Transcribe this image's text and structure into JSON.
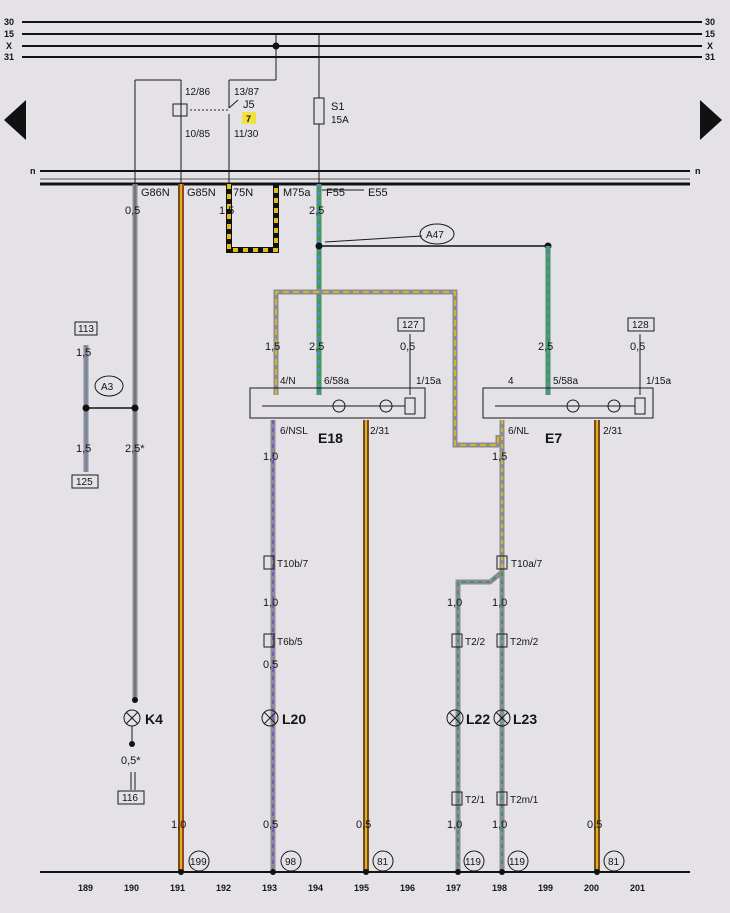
{
  "rails_top": [
    {
      "label": "30"
    },
    {
      "label": "15"
    },
    {
      "label": "X"
    },
    {
      "label": "31"
    }
  ],
  "rail_n": {
    "label": "n"
  },
  "relay": {
    "name": "J5",
    "pin_a": "12/86",
    "pin_b": "13/87",
    "pin_c": "10/85",
    "pin_d": "11/30",
    "badge": "7"
  },
  "fuse": {
    "name": "S1",
    "rating": "15A"
  },
  "connectors_top": [
    "G86N",
    "G85N",
    "75N",
    "M75a",
    "F55",
    "E55"
  ],
  "wire_sizes": {
    "w_05a": "0,5",
    "w_15a": "1,5",
    "w_25a": "2,5",
    "w_113a": "1,5",
    "w_113b": "1,5",
    "w_25star": "2,5*",
    "e18_left": "1,5",
    "e18_mid": "2,5",
    "e18_right": "0,5",
    "e7_mid": "2,5",
    "e7_right": "0,5",
    "l20_a": "1,0",
    "l20_b": "1,0",
    "l20_c": "0,5",
    "l20_bottom": "0,5",
    "e18_out": "0,5",
    "e7_left": "1,5",
    "l22_a": "1,0",
    "l23_a": "1,0",
    "k4_below": "0,5*",
    "w191_bottom": "1,0",
    "l22_bottom": "1,0",
    "l23_bottom": "1,0",
    "e7_out": "0,5"
  },
  "refs": {
    "r113": "113",
    "r125": "125",
    "r127": "127",
    "r128": "128",
    "r116": "116"
  },
  "junctions": {
    "a3": "A3",
    "a47": "A47"
  },
  "switch_e18": {
    "name": "E18",
    "pin1": "4/N",
    "pin2": "6/58a",
    "pin3": "1/15a",
    "pin4": "6/NSL",
    "pin5": "2/31"
  },
  "switch_e7": {
    "name": "E7",
    "pin1": "4",
    "pin2": "5/58a",
    "pin3": "1/15a",
    "pin4": "6/NL",
    "pin5": "2/31"
  },
  "terminals": {
    "t10b": "T10b/7",
    "t6b": "T6b/5",
    "t10a": "T10a/7",
    "t22": "T2/2",
    "t2m2": "T2m/2",
    "t21": "T2/1",
    "t2m1": "T2m/1"
  },
  "lamps": {
    "k4": "K4",
    "l20": "L20",
    "l22": "L22",
    "l23": "L23"
  },
  "ground_refs": [
    "199",
    "98",
    "81",
    "119",
    "119",
    "81"
  ],
  "track_numbers": [
    "189",
    "190",
    "191",
    "192",
    "193",
    "194",
    "195",
    "196",
    "197",
    "198",
    "199",
    "200",
    "201"
  ],
  "colors": {
    "bus": "#121212",
    "wire_brown": "#7a4a1c",
    "wire_yellow": "#d8b420",
    "wire_green": "#3f9a5a",
    "wire_blue": "#5f86b8",
    "wire_grey": "#8c8c94",
    "wire_red": "#c23a2a"
  }
}
